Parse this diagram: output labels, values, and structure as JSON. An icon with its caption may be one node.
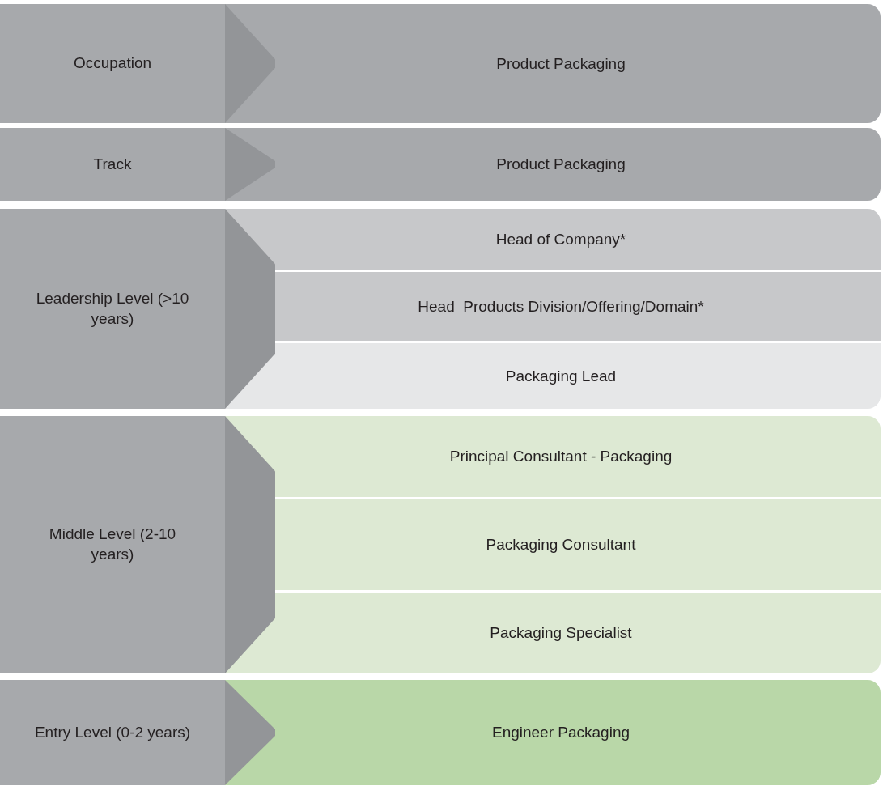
{
  "diagram": {
    "nodes": [
      {
        "text": [
          "Occupation"
        ]
      },
      {
        "text": [
          "Product Packaging"
        ]
      },
      {
        "text": [
          "Track"
        ]
      },
      {
        "text": [
          "Product Packaging"
        ]
      },
      {
        "text": [
          "Leadership Level (>10 years)"
        ]
      },
      {
        "text": [
          "Head of Company*"
        ]
      },
      {
        "text": [
          "Head  Products Division/Offering/Domain*"
        ]
      },
      {
        "text": [
          "Packaging Lead"
        ]
      },
      {
        "text": [
          "Middle Level (2-10 years)"
        ]
      },
      {
        "text": [
          "Principal Consultant - Packaging"
        ]
      },
      {
        "text": [
          "Packaging Consultant"
        ]
      },
      {
        "text": [
          "Packaging Specialist"
        ]
      },
      {
        "text": [
          "Entry Level (0-2 years)"
        ]
      },
      {
        "text": [
          "Engineer Packaging"
        ]
      }
    ]
  }
}
